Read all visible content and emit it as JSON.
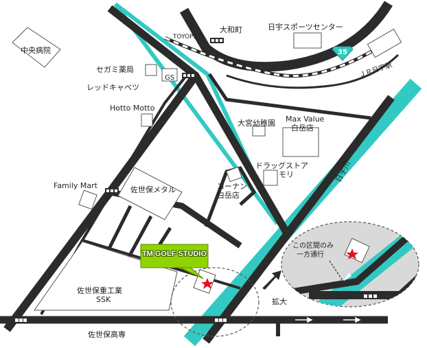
{
  "colors": {
    "road": "#2b2b2b",
    "river": "#33c9c3",
    "building_stroke": "#555555",
    "callout_fill": "#8fd400",
    "zoom_bg": "#d9d9d9",
    "star": "#e0141e"
  },
  "landmarks": {
    "central_hospital": "中央病院",
    "daiwa_town": "大和町",
    "toyopet": "TOYOPET",
    "nisshu_sports_center": "日宇スポーツセンター",
    "jr_station": "ＪＲ日宇駅",
    "route_number": "35",
    "segami": "セガミ薬局",
    "red_cabbage": "レッドキャベツ",
    "gs": "GS",
    "hotto_motto": "Hotto Motto",
    "omiya_kindergarten": "大宮幼稚園",
    "max_value_line1": "Max Value",
    "max_value_line2": "白岳店",
    "drugstore_line1": "ドラッグストア",
    "drugstore_line2": "モリ",
    "family_mart": "Family Mart",
    "sasebo_metal": "佐世保メタル",
    "konan_line1": "コーナン",
    "konan_line2": "白岳店",
    "nisshu_river": "日宇川",
    "sasebo_heavy_line1": "佐世保重工業",
    "sasebo_heavy_line2": "SSK",
    "sasebo_tech_college": "佐世保高専",
    "zoom_label": "拡大",
    "oneway_line1": "この区間のみ",
    "oneway_line2": "一方通行"
  },
  "callout": {
    "label": "TM GOLF STUDIO"
  }
}
